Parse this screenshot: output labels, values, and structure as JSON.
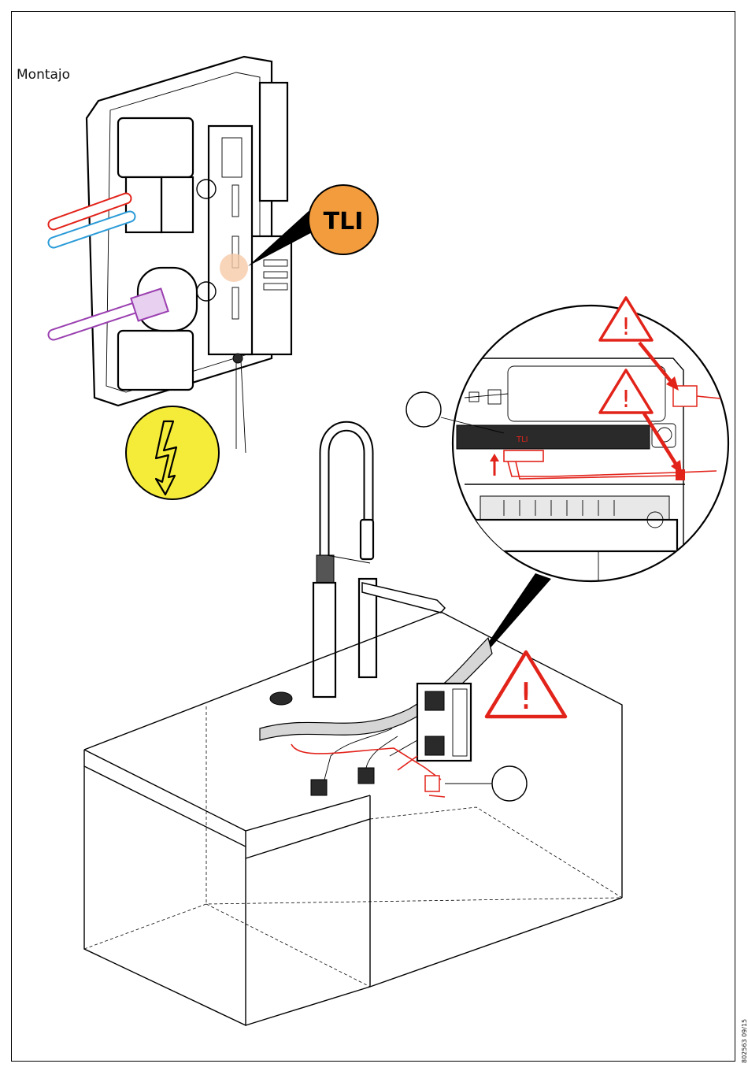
{
  "title": "Montajo",
  "doc_code": "802563 09/15",
  "tli_badge": {
    "label": "TLI",
    "color": "#f39c3d"
  },
  "detail_label": "TLI",
  "colors": {
    "hot_pipe": "#e2231a",
    "cold_pipe": "#2a9bd8",
    "outlet_pipe": "#9a3fb0",
    "warning_red": "#e2231a",
    "electric_yellow": "#f5ec3a"
  },
  "icons": [
    "tli-badge-icon",
    "electric-hazard-icon",
    "warning-triangle-icon",
    "callout-circle-icon"
  ]
}
